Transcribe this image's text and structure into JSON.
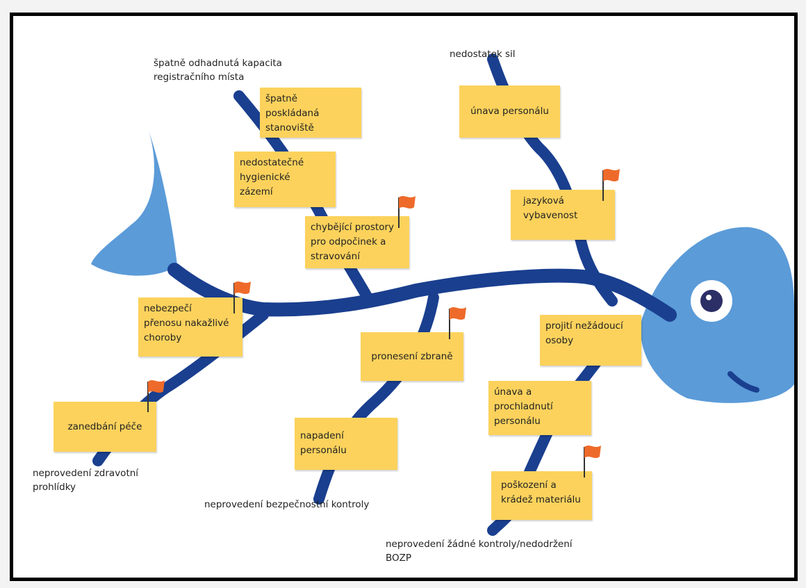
{
  "colors": {
    "bone": "#1a3f8f",
    "fish": "#5b9bd8",
    "note": "#fcd25c",
    "flag": "#ee6a2a",
    "pupil": "#2c2f66",
    "frame": "#000000"
  },
  "notes": [
    {
      "id": "spatne-poskladana",
      "text": "špatně\nposkládaná\nstanoviště"
    },
    {
      "id": "nedostatecne-hygienicke",
      "text": "nedostatečné\nhygienické\nzázemí"
    },
    {
      "id": "chybejici-prostory",
      "text": "chybějící prostory\npro odpočinek a\nstravování"
    },
    {
      "id": "unava-personalu",
      "text": "únava personálu"
    },
    {
      "id": "jazykova-vybavenost",
      "text": "jazyková\nvybavenost"
    },
    {
      "id": "nebezpeci-prenosu",
      "text": "nebezpečí\npřenosu nakažlivé\nchoroby"
    },
    {
      "id": "pronaseni-zbrane",
      "text": "pronesení zbraně"
    },
    {
      "id": "projiti-nezadouci",
      "text": "projití nežádoucí\nosoby"
    },
    {
      "id": "unava-prochladnuti",
      "text": "únava a\nprochladnutí\npersonálu"
    },
    {
      "id": "zanedbani-pece",
      "text": "zanedbání péče"
    },
    {
      "id": "napadeni-personalu",
      "text": "napadení\npersonálu"
    },
    {
      "id": "poskozeni-kradez",
      "text": "poškození a\nkrádež materiálu"
    }
  ],
  "labels": [
    {
      "id": "spatne-odhadnuta",
      "text": "špatně odhadnutá kapacita\nregistračního místa"
    },
    {
      "id": "nedostatek-sil",
      "text": "nedostatek sil"
    },
    {
      "id": "neprovedeni-zdravotni",
      "text": "neprovedení zdravotní\nprohlídky"
    },
    {
      "id": "neprovedeni-bezpecnostni",
      "text": "neprovedení bezpečnostní kontroly"
    },
    {
      "id": "neprovedeni-zadne",
      "text": "neprovedení žádné kontroly/nedodržení\nBOZP"
    }
  ],
  "flags": [
    {
      "id": "flag-chybejici-prostory",
      "icon": "flag-icon"
    },
    {
      "id": "flag-jazykova-vybavenost",
      "icon": "flag-icon"
    },
    {
      "id": "flag-nebezpeci-prenosu",
      "icon": "flag-icon"
    },
    {
      "id": "flag-pronaseni-zbrane",
      "icon": "flag-icon"
    },
    {
      "id": "flag-zanedbani-pece",
      "icon": "flag-icon"
    },
    {
      "id": "flag-poskozeni-kradez",
      "icon": "flag-icon"
    }
  ]
}
